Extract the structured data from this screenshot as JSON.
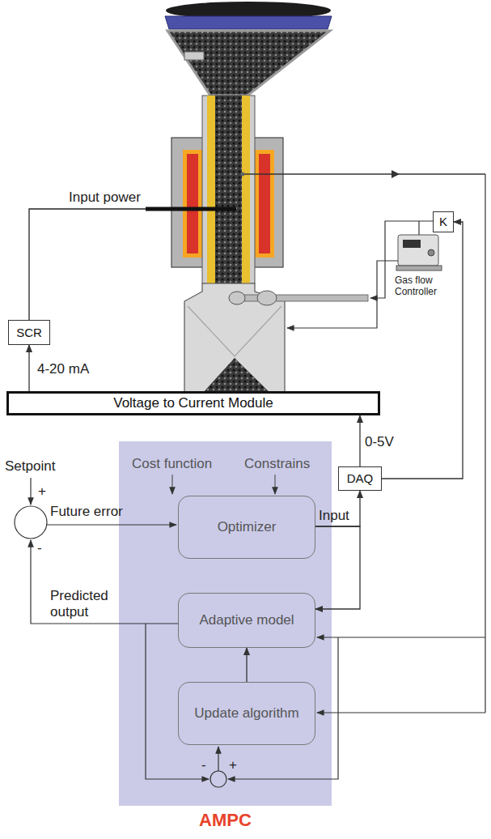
{
  "diagram": {
    "nodes": [
      {
        "text": [
          "K"
        ]
      },
      {
        "text": [
          "SCR"
        ]
      },
      {
        "text": [
          "Voltage to Current Module"
        ]
      },
      {
        "text": [
          "DAQ"
        ]
      },
      {
        "text": [
          "AMPC"
        ]
      },
      {
        "text": [
          "Optimizer"
        ],
        "in": 4
      },
      {
        "text": [
          "Adaptive model"
        ],
        "in": 4
      },
      {
        "text": [
          "Update algorithm"
        ],
        "in": 4
      }
    ],
    "edges": [
      {
        "from": 2,
        "to": 1,
        "label": "4-20 mA",
        "arrow": "to"
      },
      {
        "from": 3,
        "to": 2,
        "label": "0-5V",
        "arrow": "to"
      },
      {
        "from": 5,
        "to": 3,
        "label": "Input",
        "arrow": "to"
      },
      {
        "from": 5,
        "to": 6,
        "arrow": "to"
      },
      {
        "from": 3,
        "to": 0,
        "arrow": "to"
      },
      {
        "from": 7,
        "to": 6,
        "arrow": "to"
      }
    ],
    "labels": [
      "Input power",
      "Gas flow Controller",
      "Setpoint",
      "+",
      "Cost function",
      "Constrains",
      "Future error",
      "-",
      "Predicted output",
      "-",
      "+"
    ]
  }
}
